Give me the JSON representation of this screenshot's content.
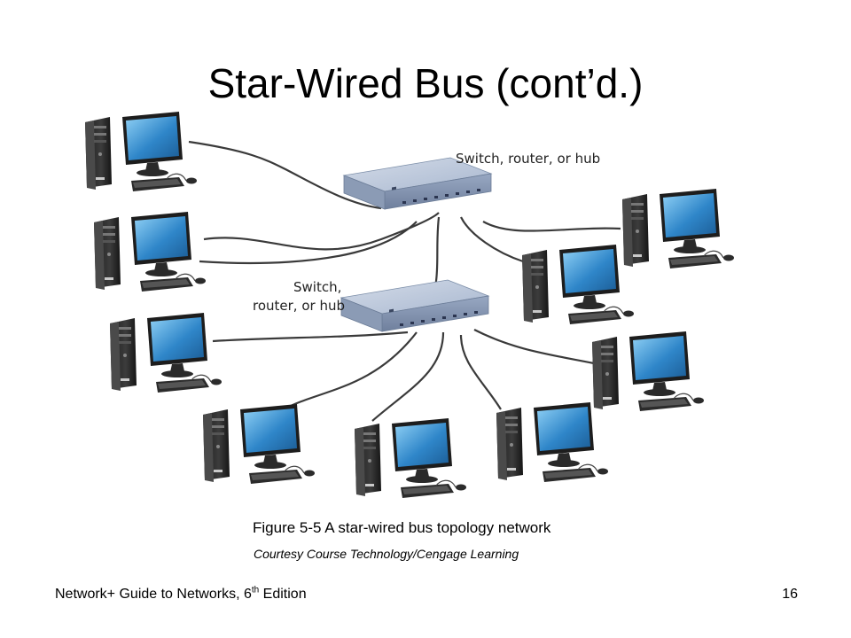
{
  "slide": {
    "title": "Star-Wired Bus (cont’d.)"
  },
  "diagram": {
    "top_device_label": "Switch, router, or hub",
    "bottom_device_label_line1": "Switch,",
    "bottom_device_label_line2": "router, or hub",
    "icons": {
      "workstation": "desktop-computer-icon",
      "network_device": "switch-icon"
    }
  },
  "caption": {
    "figure": "Figure 5-5 A star-wired bus topology network",
    "credit": "Courtesy Course Technology/Cengage Learning"
  },
  "footer": {
    "book_prefix": "Network+ Guide to Networks, 6",
    "book_superscript": "th",
    "book_suffix": " Edition",
    "page_number": "16"
  },
  "colors": {
    "cable": "#3a3a3a",
    "switch_top": "#b9c7dc",
    "switch_front": "#7f91ad",
    "screen": "#2f86c9",
    "tower": "#2b2b2b"
  }
}
